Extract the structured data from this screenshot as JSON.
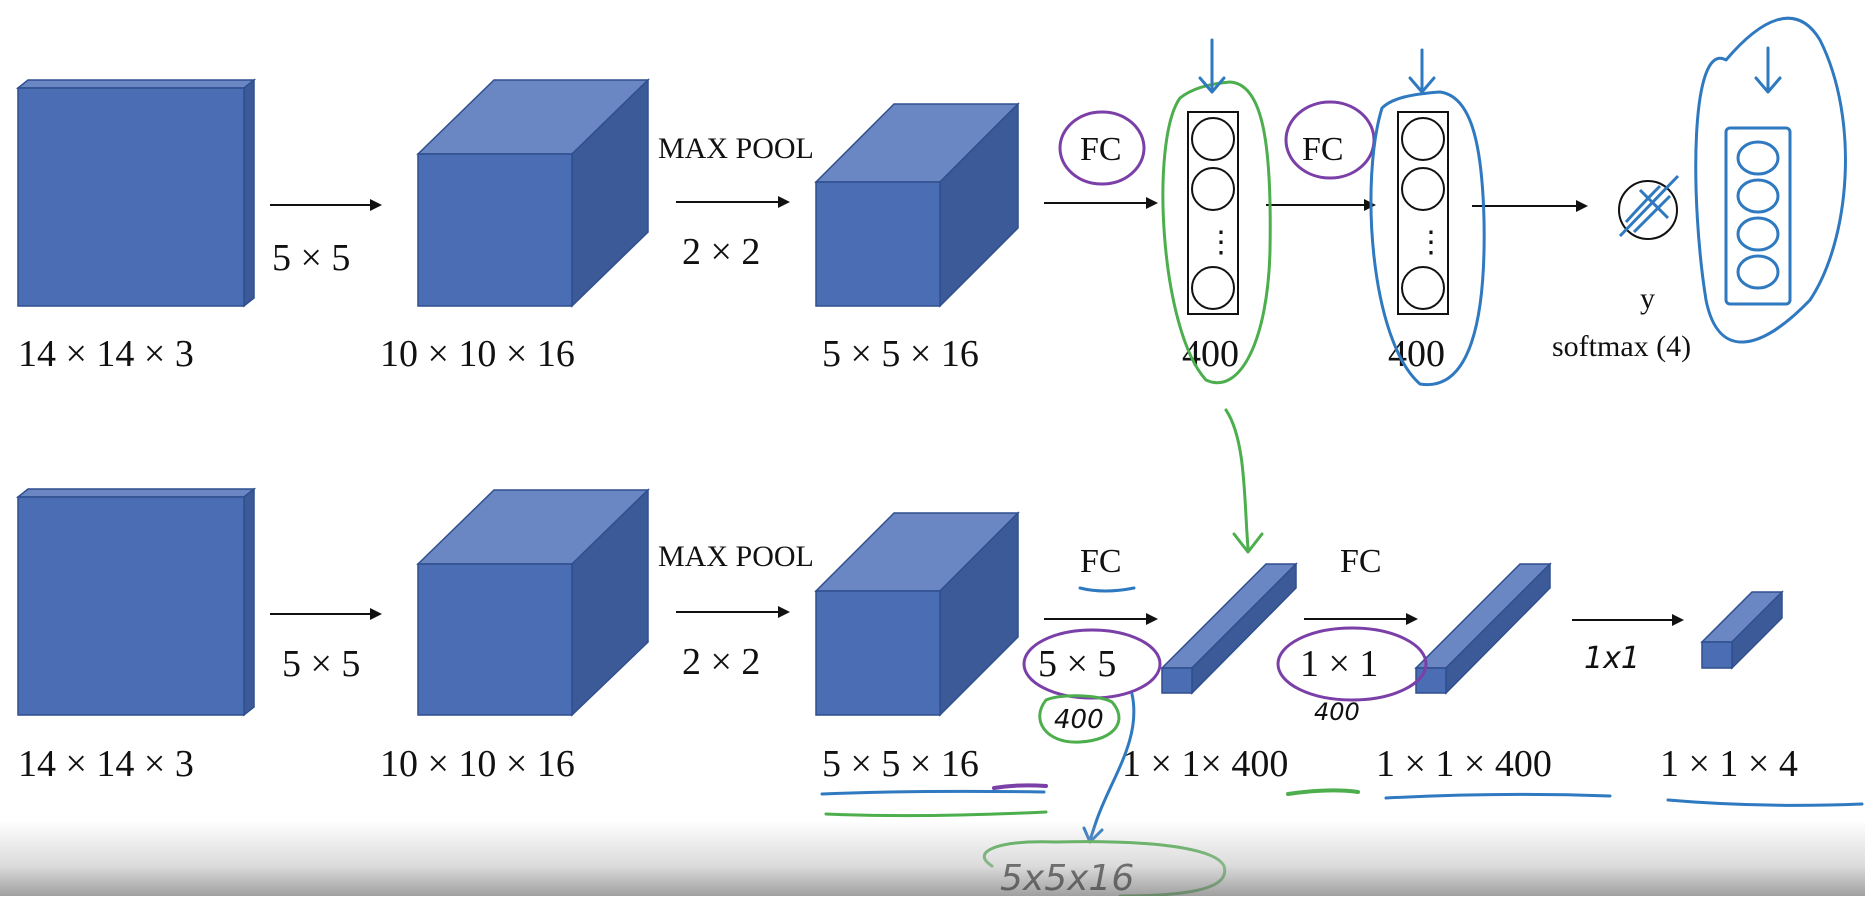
{
  "colors": {
    "box_front": "#4a6db4",
    "box_top": "#6b87c3",
    "box_side": "#3c5a97",
    "ink_blue": "#2f79c0",
    "ink_green": "#4cae4c",
    "ink_purple": "#7b3fa8",
    "arrow": "#111111"
  },
  "top_row": {
    "dim_input": "14 × 14 × 3",
    "op_conv": "5 × 5",
    "dim_conv": "10 × 10 × 16",
    "op_pool_label": "MAX POOL",
    "op_pool": "2 × 2",
    "dim_pool": "5 × 5 × 16",
    "fc1_label": "FC",
    "fc1_units": "400",
    "fc2_label": "FC",
    "fc2_units": "400",
    "output_symbol": "y",
    "output_label": "softmax (4)",
    "dots": "⋮"
  },
  "bottom_row": {
    "dim_input": "14 × 14 × 3",
    "op_conv": "5 × 5",
    "dim_conv": "10 × 10 × 16",
    "op_pool_label": "MAX POOL",
    "op_pool": "2 × 2",
    "dim_pool": "5 × 5 × 16",
    "fc1_label": "FC",
    "fc1_filter": "5 × 5",
    "dim_fc1": "1 × 1× 400",
    "fc2_label": "FC",
    "fc2_filter": "1 × 1",
    "dim_fc2": "1 × 1 × 400",
    "dim_out": "1 × 1 × 4"
  },
  "handwriting": {
    "note_400_a": "400",
    "note_400_b": "400",
    "note_1x1": "1x1",
    "note_5x5x16": "5x5x16"
  }
}
